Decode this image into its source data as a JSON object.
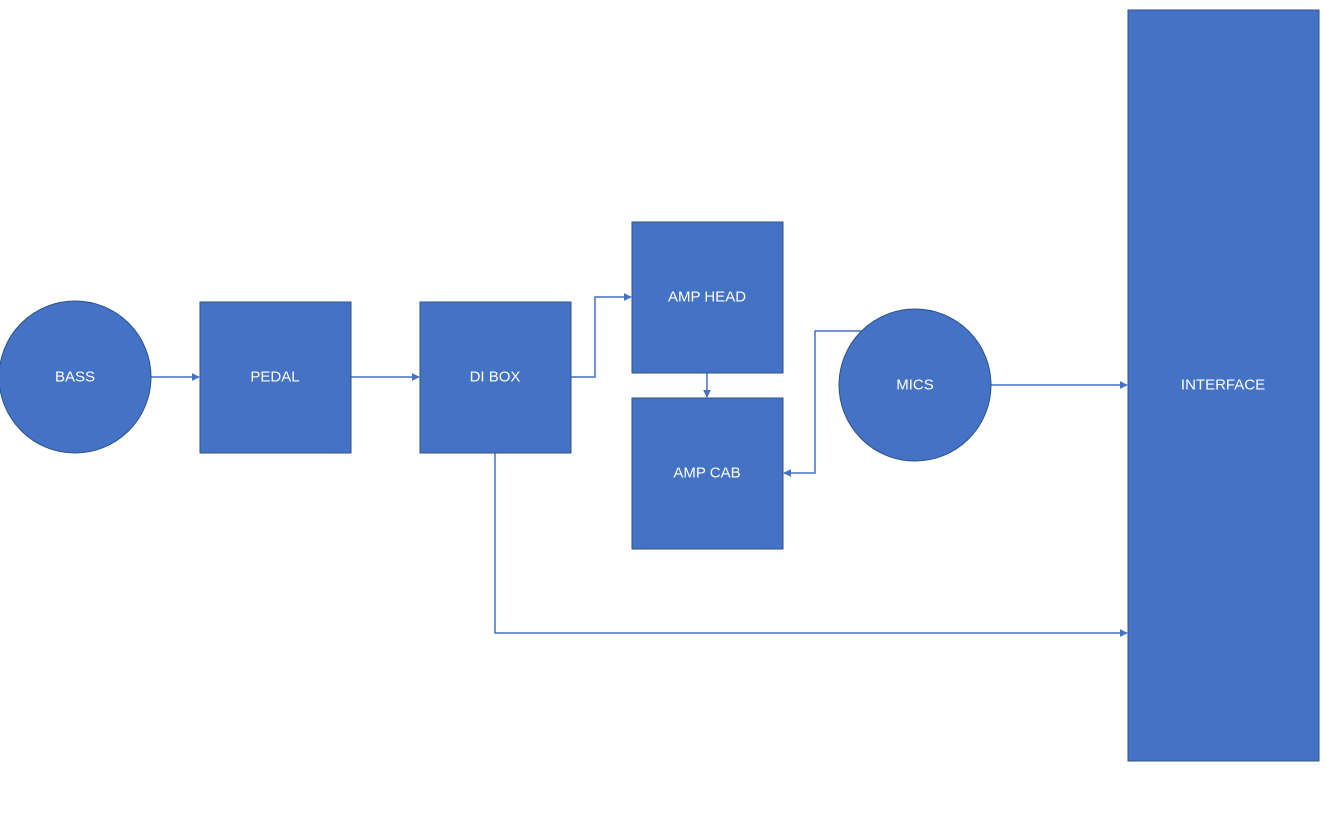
{
  "colors": {
    "node_fill": "#4472c4",
    "node_stroke": "#2f528f",
    "connector": "#4472c4",
    "label_text": "#ffffff",
    "background": "#ffffff"
  },
  "nodes": {
    "bass": {
      "label": "BASS",
      "shape": "circle"
    },
    "pedal": {
      "label": "PEDAL",
      "shape": "rectangle"
    },
    "di_box": {
      "label": "DI BOX",
      "shape": "rectangle"
    },
    "amp_head": {
      "label": "AMP HEAD",
      "shape": "rectangle"
    },
    "amp_cab": {
      "label": "AMP CAB",
      "shape": "rectangle"
    },
    "mics": {
      "label": "MICS",
      "shape": "circle"
    },
    "interface": {
      "label": "INTERFACE",
      "shape": "rectangle"
    }
  },
  "connections": [
    {
      "from": "BASS",
      "to": "PEDAL"
    },
    {
      "from": "PEDAL",
      "to": "DI BOX"
    },
    {
      "from": "DI BOX",
      "to": "AMP HEAD"
    },
    {
      "from": "AMP HEAD",
      "to": "AMP CAB"
    },
    {
      "from": "MICS",
      "to": "AMP CAB"
    },
    {
      "from": "MICS",
      "to": "INTERFACE"
    },
    {
      "from": "DI BOX",
      "to": "INTERFACE"
    }
  ]
}
